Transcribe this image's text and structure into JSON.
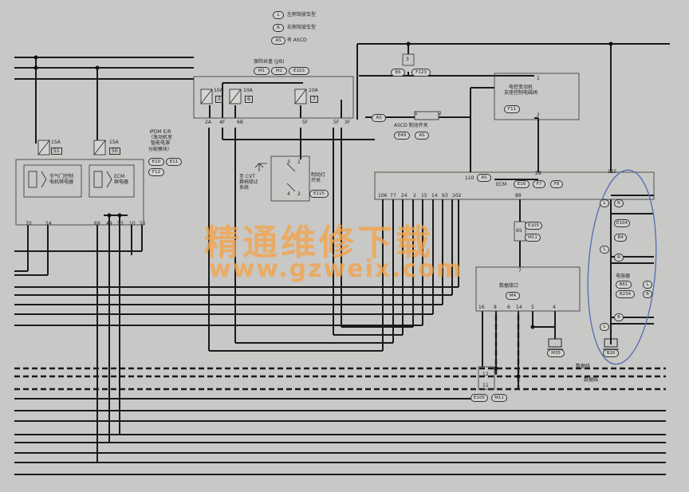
{
  "legend": [
    {
      "code": "L",
      "text": "左侧驾驶车型"
    },
    {
      "code": "R",
      "text": "右侧驾驶车型"
    },
    {
      "code": "AS",
      "text": "有 ASCD"
    }
  ],
  "fuse_box": {
    "title": "保险丝盒 (J/B)",
    "connectors": [
      "M1",
      "M2",
      "E103"
    ],
    "fuses": [
      {
        "rating": "10A",
        "number": "3"
      },
      {
        "rating": "10A",
        "number": "6"
      },
      {
        "rating": "10A",
        "number": "7"
      }
    ]
  },
  "ipdm": {
    "title": "IPDM E/R\n（发动机室\n智能电源\n分配模块）",
    "connectors": [
      "E10",
      "E11",
      "F12"
    ],
    "fuses": [
      {
        "rating": "15A",
        "number": "51"
      },
      {
        "rating": "15A",
        "number": "50"
      }
    ],
    "relay1": "节气门控制\n电机继电器",
    "relay2": "ECM\n继电器",
    "pins_top": [
      "2A",
      "4F",
      "6B",
      "5F",
      "5F",
      "3F"
    ],
    "pins_bottom": [
      "70",
      "54",
      "69",
      "49",
      "53",
      "10",
      "55"
    ]
  },
  "top_fuse": {
    "number": "3",
    "connectors": [
      "E6",
      "F123"
    ]
  },
  "solenoid": {
    "title": "电控变动机\n支座控制电磁阀",
    "connector": "F11",
    "pins": [
      "1",
      "2"
    ]
  },
  "ascd": {
    "title": "ASCD 制动开关",
    "connectors": [
      "E49",
      "AS"
    ],
    "tag": "AS",
    "pins": [
      "1",
      "2"
    ]
  },
  "brake": {
    "cvt_text": "至 CVT\n换档锁止\n系统",
    "switch_text": "制动灯\n开关",
    "connector": "E115",
    "pins": [
      "3",
      "4",
      "1",
      "2"
    ]
  },
  "ecm": {
    "label": "ECM",
    "connectors": [
      "E16",
      "F7",
      "F8"
    ],
    "pin110": "110",
    "as_tag": "AS",
    "pins_bottom": [
      "106",
      "77",
      "24",
      "2",
      "15",
      "14",
      "93",
      "102"
    ],
    "pin88": "88",
    "pin28": "28",
    "pin125": "125"
  },
  "connector_mid": {
    "codes": [
      "E105",
      "M11"
    ],
    "pin": "65"
  },
  "dlc": {
    "title": "数据接口",
    "connector": "M4",
    "pins": [
      "16",
      "8",
      "6",
      "14",
      "5",
      "4"
    ],
    "top_pin": "7",
    "ground": "M35"
  },
  "data_lines": {
    "line1": "数据线",
    "line2": "数据线",
    "pins": [
      "12",
      "11"
    ],
    "connectors": [
      "E105",
      "M11"
    ]
  },
  "right_block": {
    "r1": "R",
    "c1": "E104",
    "c2": "B4",
    "l1": "L",
    "r2": "R",
    "cap_title": "电容器",
    "c3": "B61",
    "c4": "B234",
    "r3": "R",
    "l2": "L",
    "cap_l": "L",
    "cap_r": "R",
    "ground": "B26"
  },
  "watermark": {
    "main": "精通维修下载",
    "url": "www.gzweix.com"
  }
}
